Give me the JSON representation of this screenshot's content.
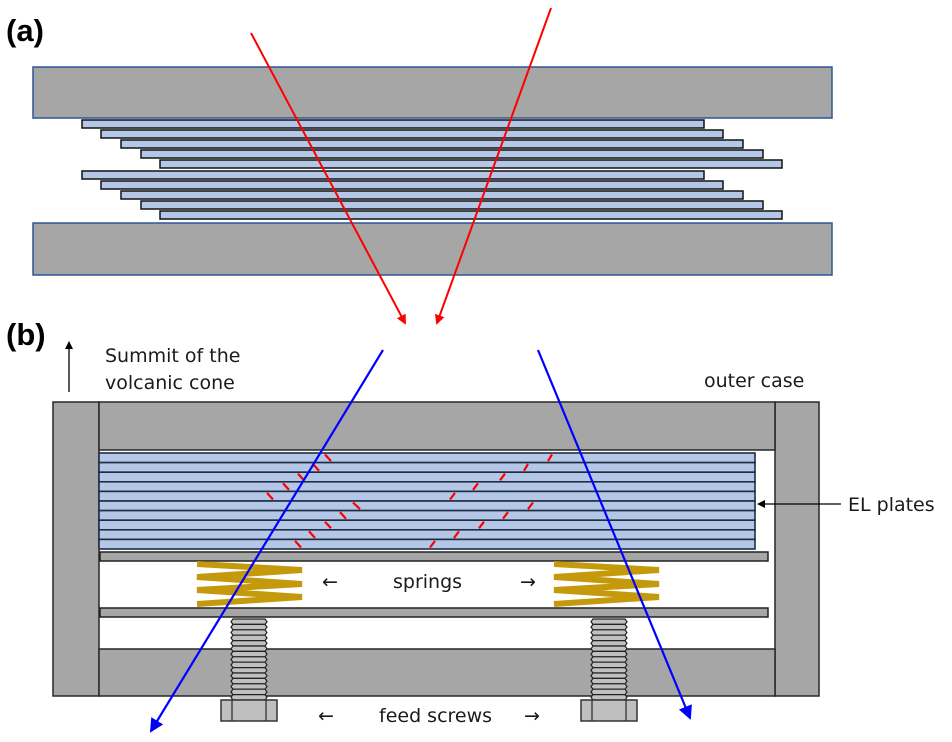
{
  "panels": {
    "a": {
      "label": "(a)"
    },
    "b": {
      "label": "(b)"
    }
  },
  "labels": {
    "summit_line1": "Summit of the",
    "summit_line2": "volcanic cone",
    "outer_case": "outer case",
    "el_plates": "EL plates",
    "springs": "springs",
    "feed_screws": "feed screws",
    "arrow_left": "←",
    "arrow_right": "→"
  },
  "panel_a": {
    "plate_count": 10,
    "groups": 2,
    "plates_per_group": 5
  },
  "panel_b": {
    "plate_count": 10,
    "spring_count": 2,
    "feed_screw_count": 2
  },
  "colors": {
    "block_gray": "#a6a6a6",
    "plate_blue": "#b4c7e7",
    "incoming_ray": "#ff0000",
    "outgoing_ray": "#0000ff",
    "track_marks": "#ff0000",
    "spring": "#c49a0c"
  }
}
